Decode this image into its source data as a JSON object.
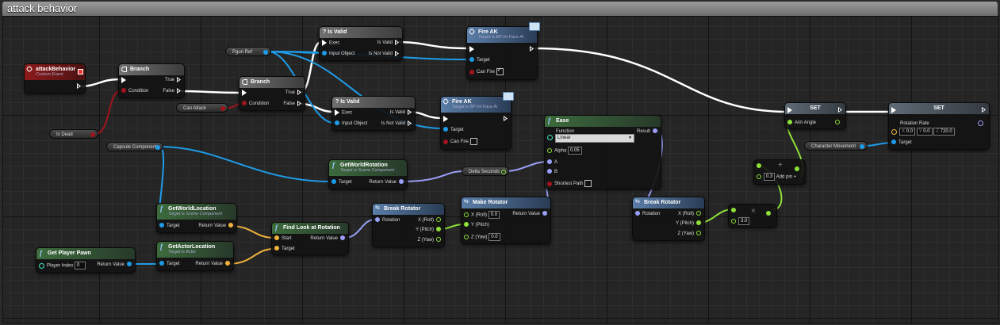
{
  "window": {
    "title": "attack behavior"
  },
  "colors": {
    "exec": "#ffffff",
    "object": "#1e9ce8",
    "bool": "#a0141e",
    "vector": "#f0b33c",
    "rotator": "#9aa0f8",
    "float": "#8ee03a"
  },
  "event_attack": {
    "title": "attackBehavior",
    "subtitle": "Custom Event"
  },
  "var_isdead": {
    "label": "Is Dead"
  },
  "var_canattack": {
    "label": "Can Attack"
  },
  "var_pgun": {
    "label": "Pgun Ref"
  },
  "var_capsule": {
    "label": "Capsule Component"
  },
  "var_deltaseconds": {
    "label": "Delta Seconds"
  },
  "var_charmove": {
    "label": "Character Movement"
  },
  "branch1": {
    "title": "Branch",
    "condition": "Condition",
    "true": "True",
    "false": "False"
  },
  "branch2": {
    "title": "Branch",
    "condition": "Condition",
    "true": "True",
    "false": "False"
  },
  "isvalid1": {
    "title": "? Is Valid",
    "exec": "Exec",
    "input": "Input Object",
    "valid": "Is Valid",
    "notvalid": "Is Not Valid"
  },
  "isvalid2": {
    "title": "? Is Valid",
    "exec": "Exec",
    "input": "Input Object",
    "valid": "Is Valid",
    "notvalid": "Is Not Valid"
  },
  "fireak1": {
    "title": "Fire AK",
    "subtitle": "Target is BP Int Face Ai",
    "target": "Target",
    "canfire": "Can Fire",
    "canfire_checked": true
  },
  "fireak2": {
    "title": "Fire AK",
    "subtitle": "Target is BP Int Face Ai",
    "target": "Target",
    "canfire": "Can Fire",
    "canfire_checked": false
  },
  "getworldrot": {
    "title": "GetWorldRotation",
    "subtitle": "Target is Scene Component",
    "target": "Target",
    "ret": "Return Value"
  },
  "getworldloc": {
    "title": "GetWorldLocation",
    "subtitle": "Target is Scene Component",
    "target": "Target",
    "ret": "Return Value"
  },
  "getactorloc": {
    "title": "GetActorLocation",
    "subtitle": "Target is Actor",
    "target": "Target",
    "ret": "Return Value"
  },
  "getpawn": {
    "title": "Get Player Pawn",
    "player_index": "Player Index",
    "player_index_value": "0",
    "ret": "Return Value"
  },
  "findlook": {
    "title": "Find Look at Rotation",
    "start": "Start",
    "target": "Target",
    "ret": "Return Value"
  },
  "breakrot1": {
    "title": "Break Rotator",
    "rotation": "Rotation",
    "x": "X (Roll)",
    "y": "Y (Pitch)",
    "z": "Z (Yaw)"
  },
  "makerot": {
    "title": "Make Rotator",
    "x": "X (Roll)",
    "x_val": "0.0",
    "y": "Y (Pitch)",
    "z": "Z (Yaw)",
    "z_val": "0.0",
    "ret": "Return Value"
  },
  "ease": {
    "title": "Ease",
    "function": "Function",
    "function_value": "Linear",
    "result": "Result",
    "alpha": "Alpha",
    "alpha_value": "0.05",
    "a": "A",
    "b": "B",
    "shortest": "Shortest Path"
  },
  "breakrot2": {
    "title": "Break Rotator",
    "rotation": "Rotation",
    "x": "X (Roll)",
    "y": "Y (Pitch)",
    "z": "Z (Yaw)"
  },
  "mult": {
    "value": "3.0"
  },
  "add": {
    "value": "0.3",
    "addpin": "Add pin",
    "op": "+"
  },
  "set1": {
    "title": "SET",
    "label": "Aim Angle"
  },
  "set2": {
    "title": "SET",
    "rotation_rate": "Rotation Rate",
    "x_label": "X",
    "x": "0.0",
    "y_label": "Y",
    "y": "0.0",
    "z_label": "Z",
    "z": "720.0",
    "target": "Target"
  }
}
